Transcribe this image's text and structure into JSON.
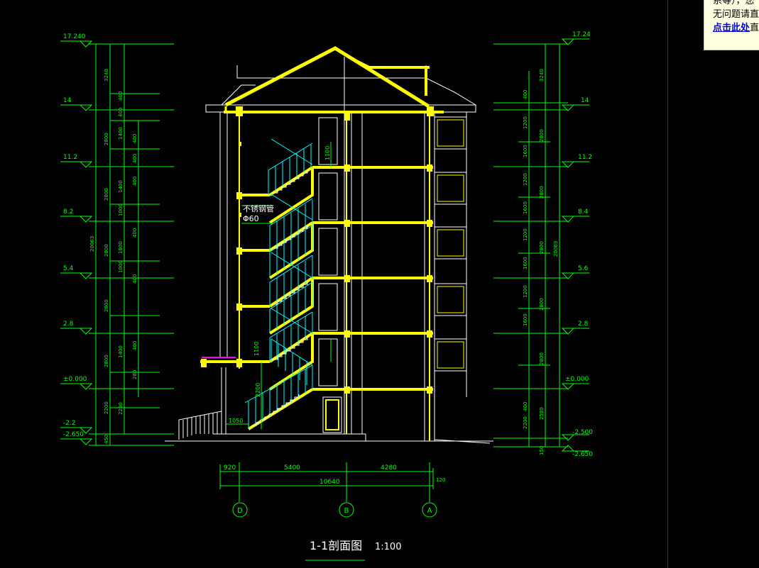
{
  "drawing": {
    "title": "1-1剖面图",
    "scale": "1:100",
    "left_levels": [
      "17.240",
      "14",
      "11.2",
      "8.2",
      "5.4",
      "2.8",
      "±0.000",
      "-2.2",
      "-2.650"
    ],
    "right_levels": [
      "17.24",
      "14",
      "11.2",
      "8.4",
      "5.6",
      "2.8",
      "±0.000",
      "-2.500",
      "-2.650"
    ],
    "left_total": "20063",
    "right_total": "20063",
    "left_dims_outer": [
      "3240",
      "2800",
      "2800",
      "2800",
      "2800",
      "2800",
      "2200",
      "450"
    ],
    "left_dims_middle": [
      "400",
      "400",
      "1400",
      "1400",
      "1000",
      "1800",
      "1000",
      "1400",
      "2200"
    ],
    "left_dims_inner": [
      "400",
      "400",
      "400",
      "400",
      "400",
      "400",
      "280"
    ],
    "right_dims_outer": [
      "3240",
      "2800",
      "2800",
      "2800",
      "2800",
      "2800",
      "2580",
      "150"
    ],
    "right_dims_middle": [
      "400",
      "1200",
      "1600",
      "1200",
      "1600",
      "1200",
      "1600",
      "1200",
      "1600",
      "400",
      "2200"
    ],
    "bottom_dims": [
      "920",
      "5400",
      "4280"
    ],
    "bottom_total": "10640",
    "bottom_extra": "120",
    "axes": [
      "D",
      "B",
      "A"
    ],
    "rail_label": "不锈钢管",
    "rail_spec": "Φ60",
    "dim_1100_a": "1100",
    "dim_1100_b": "1100",
    "dim_2200": "2200",
    "dim_1050": "1050"
  },
  "popup": {
    "line1": "系等），您",
    "line2": "无问题请直",
    "link": "点击此处",
    "line3_rest": "直"
  },
  "colors": {
    "background": "#000000",
    "dim_green": "#00ff00",
    "structure_yellow": "#ffff00",
    "stair_cyan": "#00ffff",
    "wall_white": "#ffffff",
    "tooltip_bg": "#ffffe1",
    "link_blue": "#0000cc"
  }
}
